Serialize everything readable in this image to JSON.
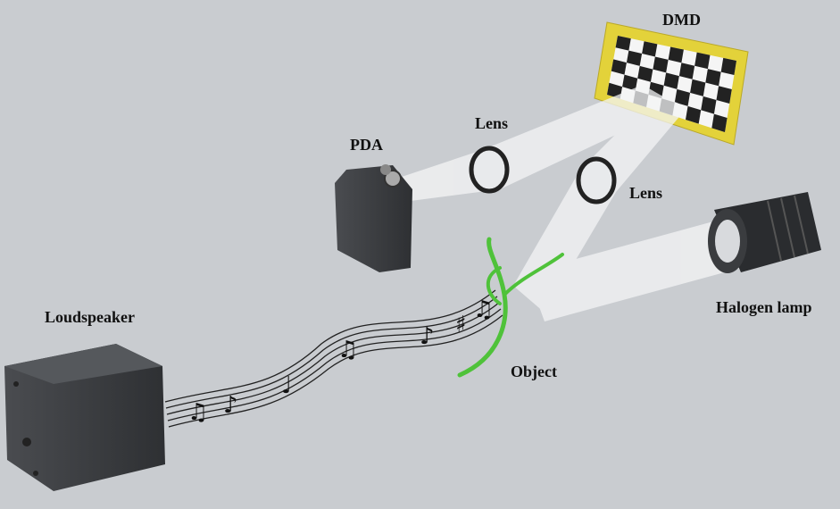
{
  "labels": {
    "dmd": "DMD",
    "pda": "PDA",
    "lens1": "Lens",
    "lens2": "Lens",
    "halogen": "Halogen lamp",
    "loudspeaker": "Loudspeaker",
    "object": "Object"
  },
  "colors": {
    "background": "#c9ccd0",
    "dmd_frame": "#e3d23a",
    "device": "#3c3e41",
    "plant": "#4fc23a",
    "beam": "#f4f5f6"
  }
}
